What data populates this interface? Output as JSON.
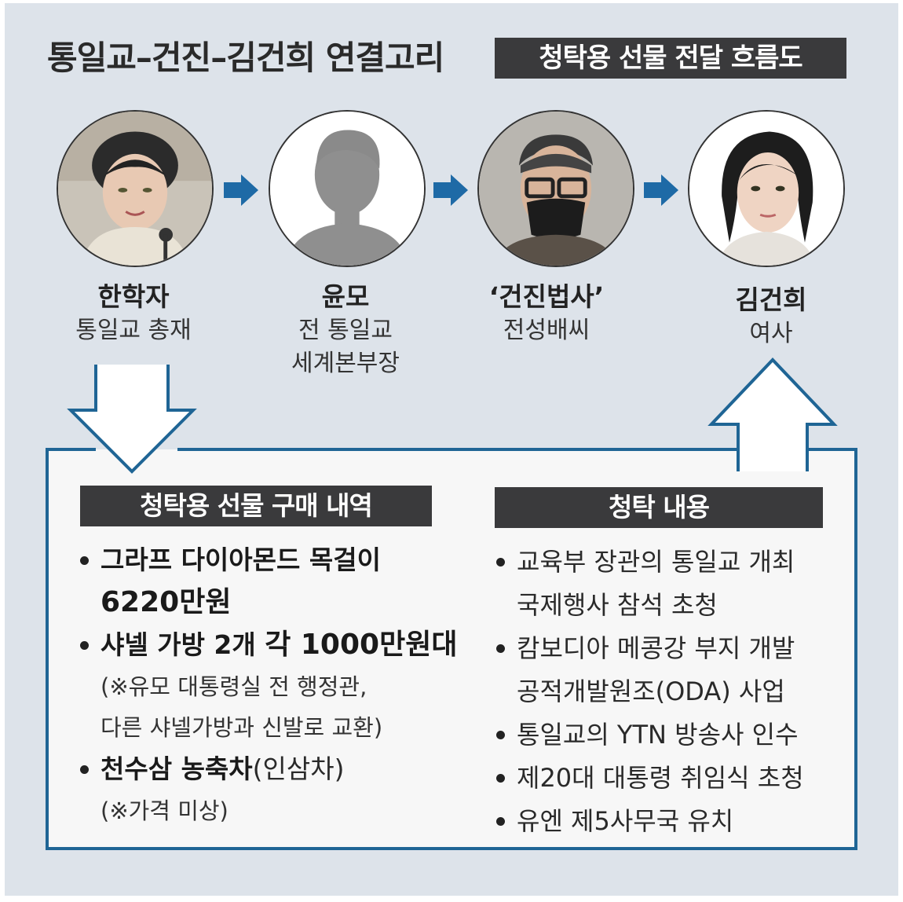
{
  "header": {
    "title": "통일교–건진–김건희 연결고리",
    "flow_label": "청탁용 선물 전달 흐름도"
  },
  "people": [
    {
      "name": "한학자",
      "role1": "통일교 총재",
      "role2": ""
    },
    {
      "name": "윤모",
      "role1": "전 통일교",
      "role2": "세계본부장"
    },
    {
      "name": "‘건진법사’",
      "role1": "전성배씨",
      "role2": ""
    },
    {
      "name": "김건희",
      "role1": "여사",
      "role2": ""
    }
  ],
  "purchases": {
    "title": "청탁용 선물 구매 내역",
    "items": [
      {
        "text": "그라프 다이아몬드 목걸이",
        "value": "6220만원"
      },
      {
        "text": "샤넬 가방 2개 ",
        "value": "각 1000만원대",
        "note1": "(※유모 대통령실 전 행정관,",
        "note2": "다른 샤넬가방과 신발로 교환)"
      },
      {
        "text": "천수삼 농축차",
        "suffix": "(인삼차)",
        "note1": "(※가격 미상)"
      }
    ]
  },
  "requests": {
    "title": "청탁 내용",
    "items": [
      {
        "line1": "교육부 장관의 통일교 개최",
        "line2": "국제행사 참석 초청"
      },
      {
        "line1": "캄보디아 메콩강 부지 개발",
        "line2": "공적개발원조(ODA) 사업"
      },
      {
        "line1": "통일교의 YTN 방송사 인수"
      },
      {
        "line1": "제20대 대통령 취임식 초청"
      },
      {
        "line1": "유엔 제5사무국 유치"
      }
    ]
  },
  "colors": {
    "background": "#dde3ea",
    "dark_bar": "#3a3a3c",
    "accent_blue": "#1e6aa6",
    "frame_blue": "#1f6595"
  },
  "icons": [
    "portrait-photo",
    "anonymous-silhouette-icon",
    "arrow-right-icon",
    "hollow-arrow-down-icon",
    "hollow-arrow-up-icon",
    "bullet-icon"
  ]
}
